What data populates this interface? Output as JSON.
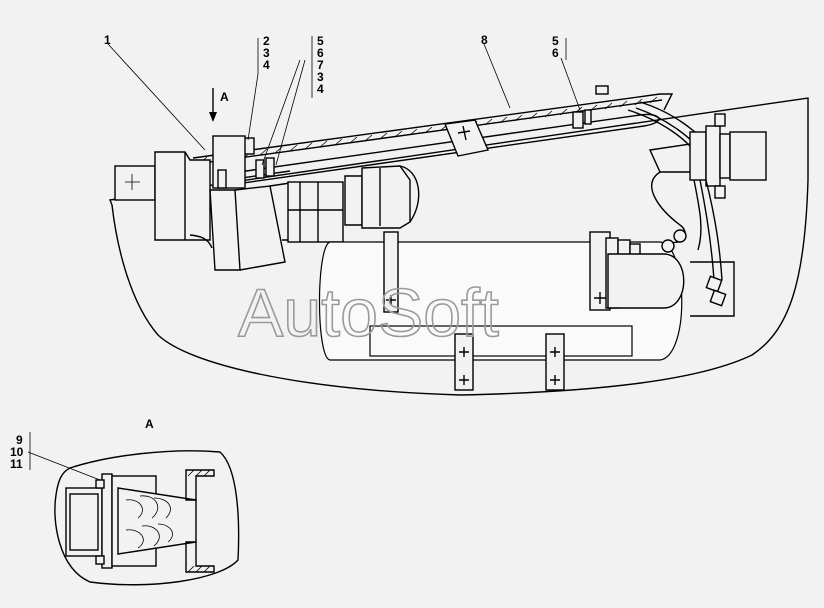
{
  "callouts": {
    "c1": "1",
    "c2": "2",
    "c3a": "3",
    "c4a": "4",
    "c5a": "5",
    "c6a": "6",
    "c7": "7",
    "c3b": "3",
    "c4b": "4",
    "c8": "8",
    "c5b": "5",
    "c6b": "6",
    "view_arrow_label": "A",
    "detail_title": "A",
    "c9": "9",
    "c10": "10",
    "c11": "11"
  },
  "watermark": "AutoSoft"
}
